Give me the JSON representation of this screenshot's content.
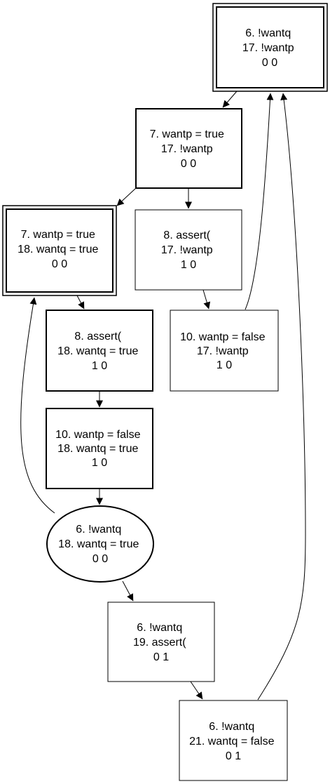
{
  "nodes": {
    "n1": [
      "6. !wantq",
      "17. !wantp",
      "0 0"
    ],
    "n2": [
      "7. wantp = true",
      "17. !wantp",
      "0 0"
    ],
    "n3": [
      "7. wantp = true",
      "18. wantq = true",
      "0 0"
    ],
    "n4": [
      "8. assert(",
      "17. !wantp",
      "1 0"
    ],
    "n5": [
      "8. assert(",
      "18. wantq = true",
      "1 0"
    ],
    "n6": [
      "10. wantp = false",
      "17. !wantp",
      "1 0"
    ],
    "n7": [
      "10. wantp = false",
      "18. wantq = true",
      "1 0"
    ],
    "n8": [
      "6. !wantq",
      "18. wantq = true",
      "0 0"
    ],
    "n9": [
      "6. !wantq",
      "19. assert(",
      "0 1"
    ],
    "n10": [
      "6. !wantq",
      "21. wantq = false",
      "0 1"
    ]
  }
}
